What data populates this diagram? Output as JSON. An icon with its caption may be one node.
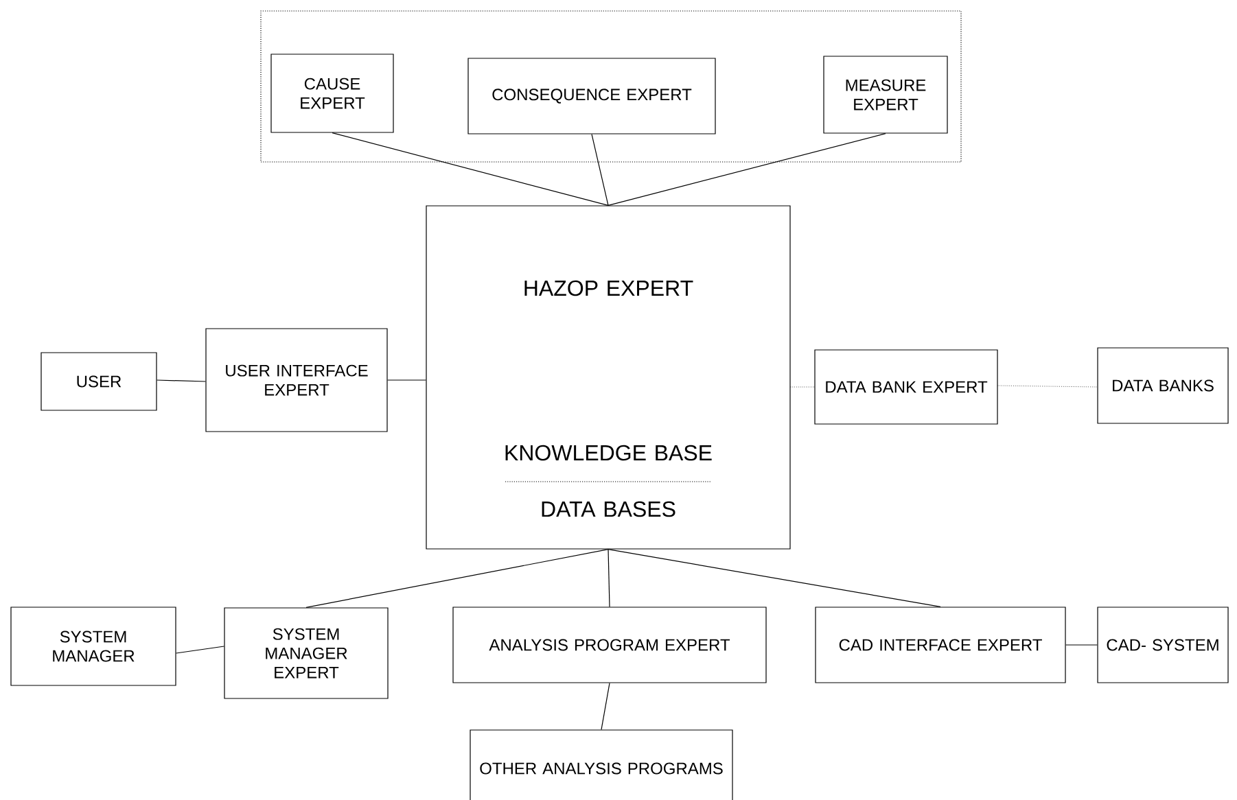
{
  "diagram": {
    "nodes": [
      {
        "text": [],
        "shape": "box"
      },
      {
        "text": [
          "CAUSE EXPERT"
        ],
        "in": 0
      },
      {
        "text": [
          "CONSEQUENCE EXPERT"
        ],
        "in": 0
      },
      {
        "text": [
          "MEASURE EXPERT"
        ],
        "in": 0
      },
      {
        "text": [
          "HAZOP EXPERT",
          "KNOWLEDGE BASE",
          "DATA BASES"
        ]
      },
      {
        "text": [
          "USER"
        ]
      },
      {
        "text": [
          "USER INTERFACE EXPERT"
        ]
      },
      {
        "text": [
          "DATA BANK EXPERT"
        ]
      },
      {
        "text": [
          "DATA BANKS"
        ]
      },
      {
        "text": [
          "SYSTEM MANAGER"
        ]
      },
      {
        "text": [
          "SYSTEM MANAGER EXPERT"
        ]
      },
      {
        "text": [
          "ANALYSIS PROGRAM EXPERT"
        ]
      },
      {
        "text": [
          "CAD INTERFACE EXPERT"
        ]
      },
      {
        "text": [
          "CAD- SYSTEM"
        ]
      },
      {
        "text": [
          "OTHER ANALYSIS PROGRAMS"
        ]
      }
    ],
    "edges": [
      {
        "from": 1,
        "to": 4,
        "arrow": "none"
      },
      {
        "from": 2,
        "to": 4,
        "arrow": "none"
      },
      {
        "from": 3,
        "to": 4,
        "arrow": "none"
      },
      {
        "from": 5,
        "to": 6,
        "arrow": "none"
      },
      {
        "from": 6,
        "to": 4,
        "arrow": "none"
      },
      {
        "from": 4,
        "to": 7,
        "arrow": "none",
        "style": "dashed"
      },
      {
        "from": 7,
        "to": 8,
        "arrow": "none",
        "style": "dashed"
      },
      {
        "from": 9,
        "to": 10,
        "arrow": "none"
      },
      {
        "from": 4,
        "to": 10,
        "arrow": "none"
      },
      {
        "from": 4,
        "to": 11,
        "arrow": "none"
      },
      {
        "from": 4,
        "to": 12,
        "arrow": "none"
      },
      {
        "from": 12,
        "to": 13,
        "arrow": "none"
      },
      {
        "from": 11,
        "to": 14,
        "arrow": "none"
      }
    ]
  }
}
